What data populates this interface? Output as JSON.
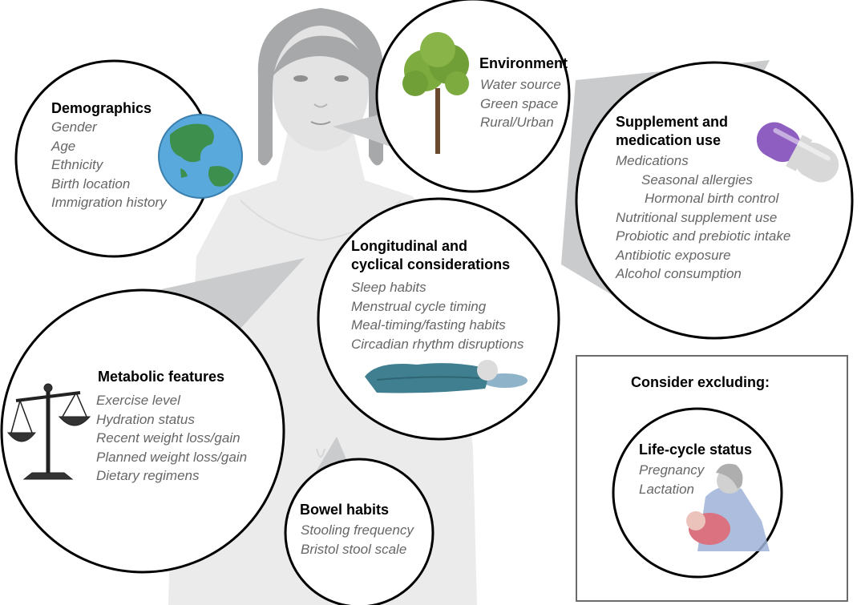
{
  "demographics": {
    "title": "Demographics",
    "items": [
      "Gender",
      "Age",
      "Ethnicity",
      "Birth location",
      "Immigration history"
    ]
  },
  "environment": {
    "title": "Environment",
    "items": [
      "Water source",
      "Green space",
      "Rural/Urban"
    ]
  },
  "supplement": {
    "title_lines": [
      "Supplement and",
      "medication use"
    ],
    "items": [
      "Medications",
      "Seasonal allergies",
      "Hormonal birth control",
      "Nutritional supplement use",
      "Probiotic and prebiotic intake",
      "Antibiotic exposure",
      "Alcohol consumption"
    ]
  },
  "longitudinal": {
    "title_lines": [
      "Longitudinal and",
      "cyclical considerations"
    ],
    "items": [
      "Sleep habits",
      "Menstrual cycle timing",
      "Meal-timing/fasting habits",
      "Circadian rhythm disruptions"
    ]
  },
  "metabolic": {
    "title": "Metabolic features",
    "items": [
      "Exercise level",
      "Hydration status",
      "Recent weight loss/gain",
      "Planned weight loss/gain",
      "Dietary regimens"
    ]
  },
  "bowel": {
    "title": "Bowel habits",
    "items": [
      "Stooling frequency",
      "Bristol stool scale"
    ]
  },
  "exclusion": {
    "heading": "Consider excluding:",
    "title": "Life-cycle status",
    "items": [
      "Pregnancy",
      "Lactation"
    ]
  },
  "colors": {
    "callout_gray": "#c9cbcd",
    "body_gray": "#ebebeb",
    "item_text": "#666666",
    "pill_purple": "#8e5fc0",
    "ocean_blue": "#5aa9dd",
    "land_green": "#3d8f4e",
    "blanket_teal": "#3f7f8f"
  }
}
